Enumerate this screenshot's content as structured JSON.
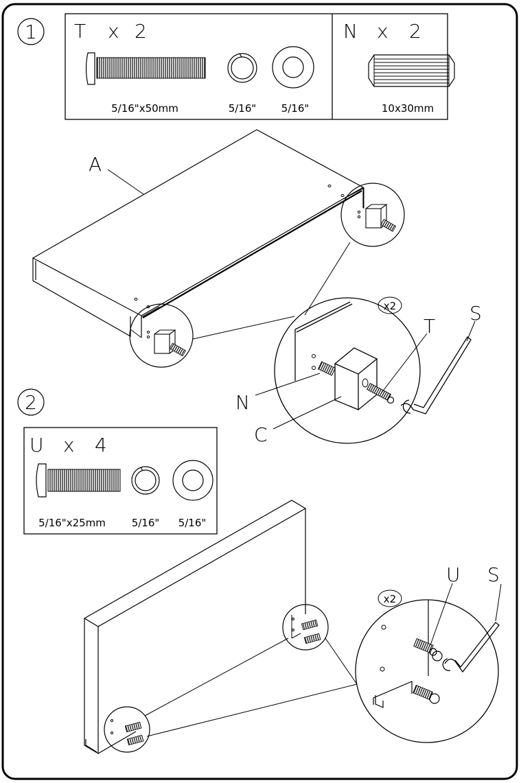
{
  "steps": [
    {
      "number": "1",
      "parts": [
        {
          "letter": "T",
          "times": "x",
          "qty": "2",
          "items": [
            {
              "label": "5/16\"x50mm",
              "icon": "bolt-icon"
            },
            {
              "label": "5/16\"",
              "icon": "lock-washer-icon"
            },
            {
              "label": "5/16\"",
              "icon": "flat-washer-icon"
            }
          ]
        },
        {
          "letter": "N",
          "times": "x",
          "qty": "2",
          "items": [
            {
              "label": "10x30mm",
              "icon": "dowel-icon"
            }
          ]
        }
      ],
      "callouts": {
        "panel": "A",
        "bracket": "C",
        "dowel": "N",
        "bolt": "T",
        "wrench": "S",
        "repeat": "x2"
      }
    },
    {
      "number": "2",
      "parts": [
        {
          "letter": "U",
          "times": "x",
          "qty": "4",
          "items": [
            {
              "label": "5/16\"x25mm",
              "icon": "bolt-icon"
            },
            {
              "label": "5/16\"",
              "icon": "lock-washer-icon"
            },
            {
              "label": "5/16\"",
              "icon": "flat-washer-icon"
            }
          ]
        }
      ],
      "callouts": {
        "bolt": "U",
        "wrench": "S",
        "repeat": "x2"
      }
    }
  ]
}
